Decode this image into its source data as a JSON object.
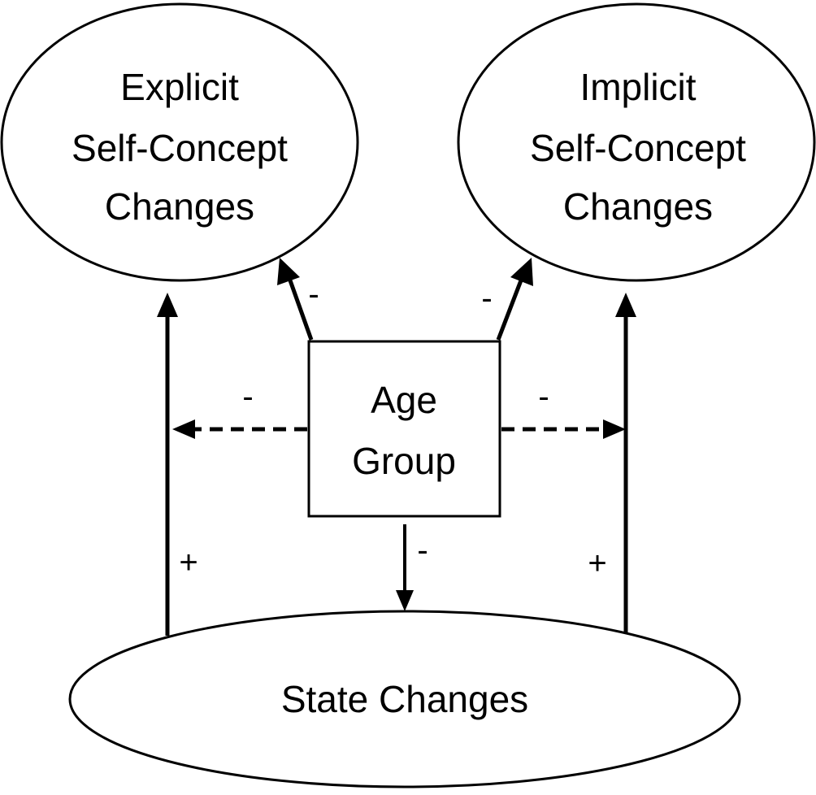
{
  "nodes": {
    "explicit": {
      "lines": [
        "Explicit",
        "Self-Concept",
        "Changes"
      ]
    },
    "implicit": {
      "lines": [
        "Implicit",
        "Self-Concept",
        "Changes"
      ]
    },
    "age_group": {
      "lines": [
        "Age",
        "Group"
      ]
    },
    "state": {
      "lines": [
        "State Changes"
      ]
    }
  },
  "edges": {
    "age_to_explicit": {
      "sign": "-"
    },
    "age_to_implicit": {
      "sign": "-"
    },
    "age_to_left_path": {
      "sign": "-"
    },
    "age_to_right_path": {
      "sign": "-"
    },
    "age_to_state": {
      "sign": "-"
    },
    "state_to_explicit": {
      "sign": "+"
    },
    "state_to_implicit": {
      "sign": "+"
    }
  }
}
